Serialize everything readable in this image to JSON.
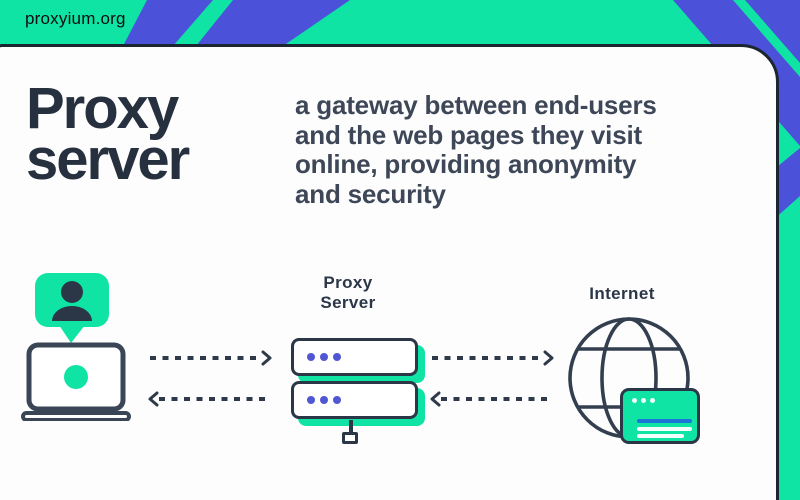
{
  "banner": {
    "site_label": "proxyium.org"
  },
  "hero": {
    "title_lines": [
      "Proxy",
      "server"
    ],
    "description_lines": [
      "a gateway between end-users",
      "and the web pages they visit",
      "online, providing anonymity",
      "and security"
    ]
  },
  "diagram": {
    "proxy_label_lines": [
      "Proxy",
      "Server"
    ],
    "internet_label": "Internet",
    "icons": {
      "user-bubble-icon": "person inside green speech bubble",
      "laptop-icon": "laptop with green dot",
      "server-stack-icon": "two server units with indigo leds",
      "dashed-arrow-right-icon": "dashed arrow pointing right",
      "dashed-arrow-left-icon": "dashed arrow pointing left",
      "globe-icon": "wireframe globe",
      "browser-window-icon": "green browser window with text lines"
    }
  },
  "colors": {
    "brand_green": "#0FE4A5",
    "stripe_purple": "#4B51D8",
    "outline_navy": "#2B3747",
    "title_navy": "#27303E",
    "description_gray": "#3E4757",
    "server_led_indigo": "#5156D3",
    "browser_line_blue": "#1D74D8"
  }
}
